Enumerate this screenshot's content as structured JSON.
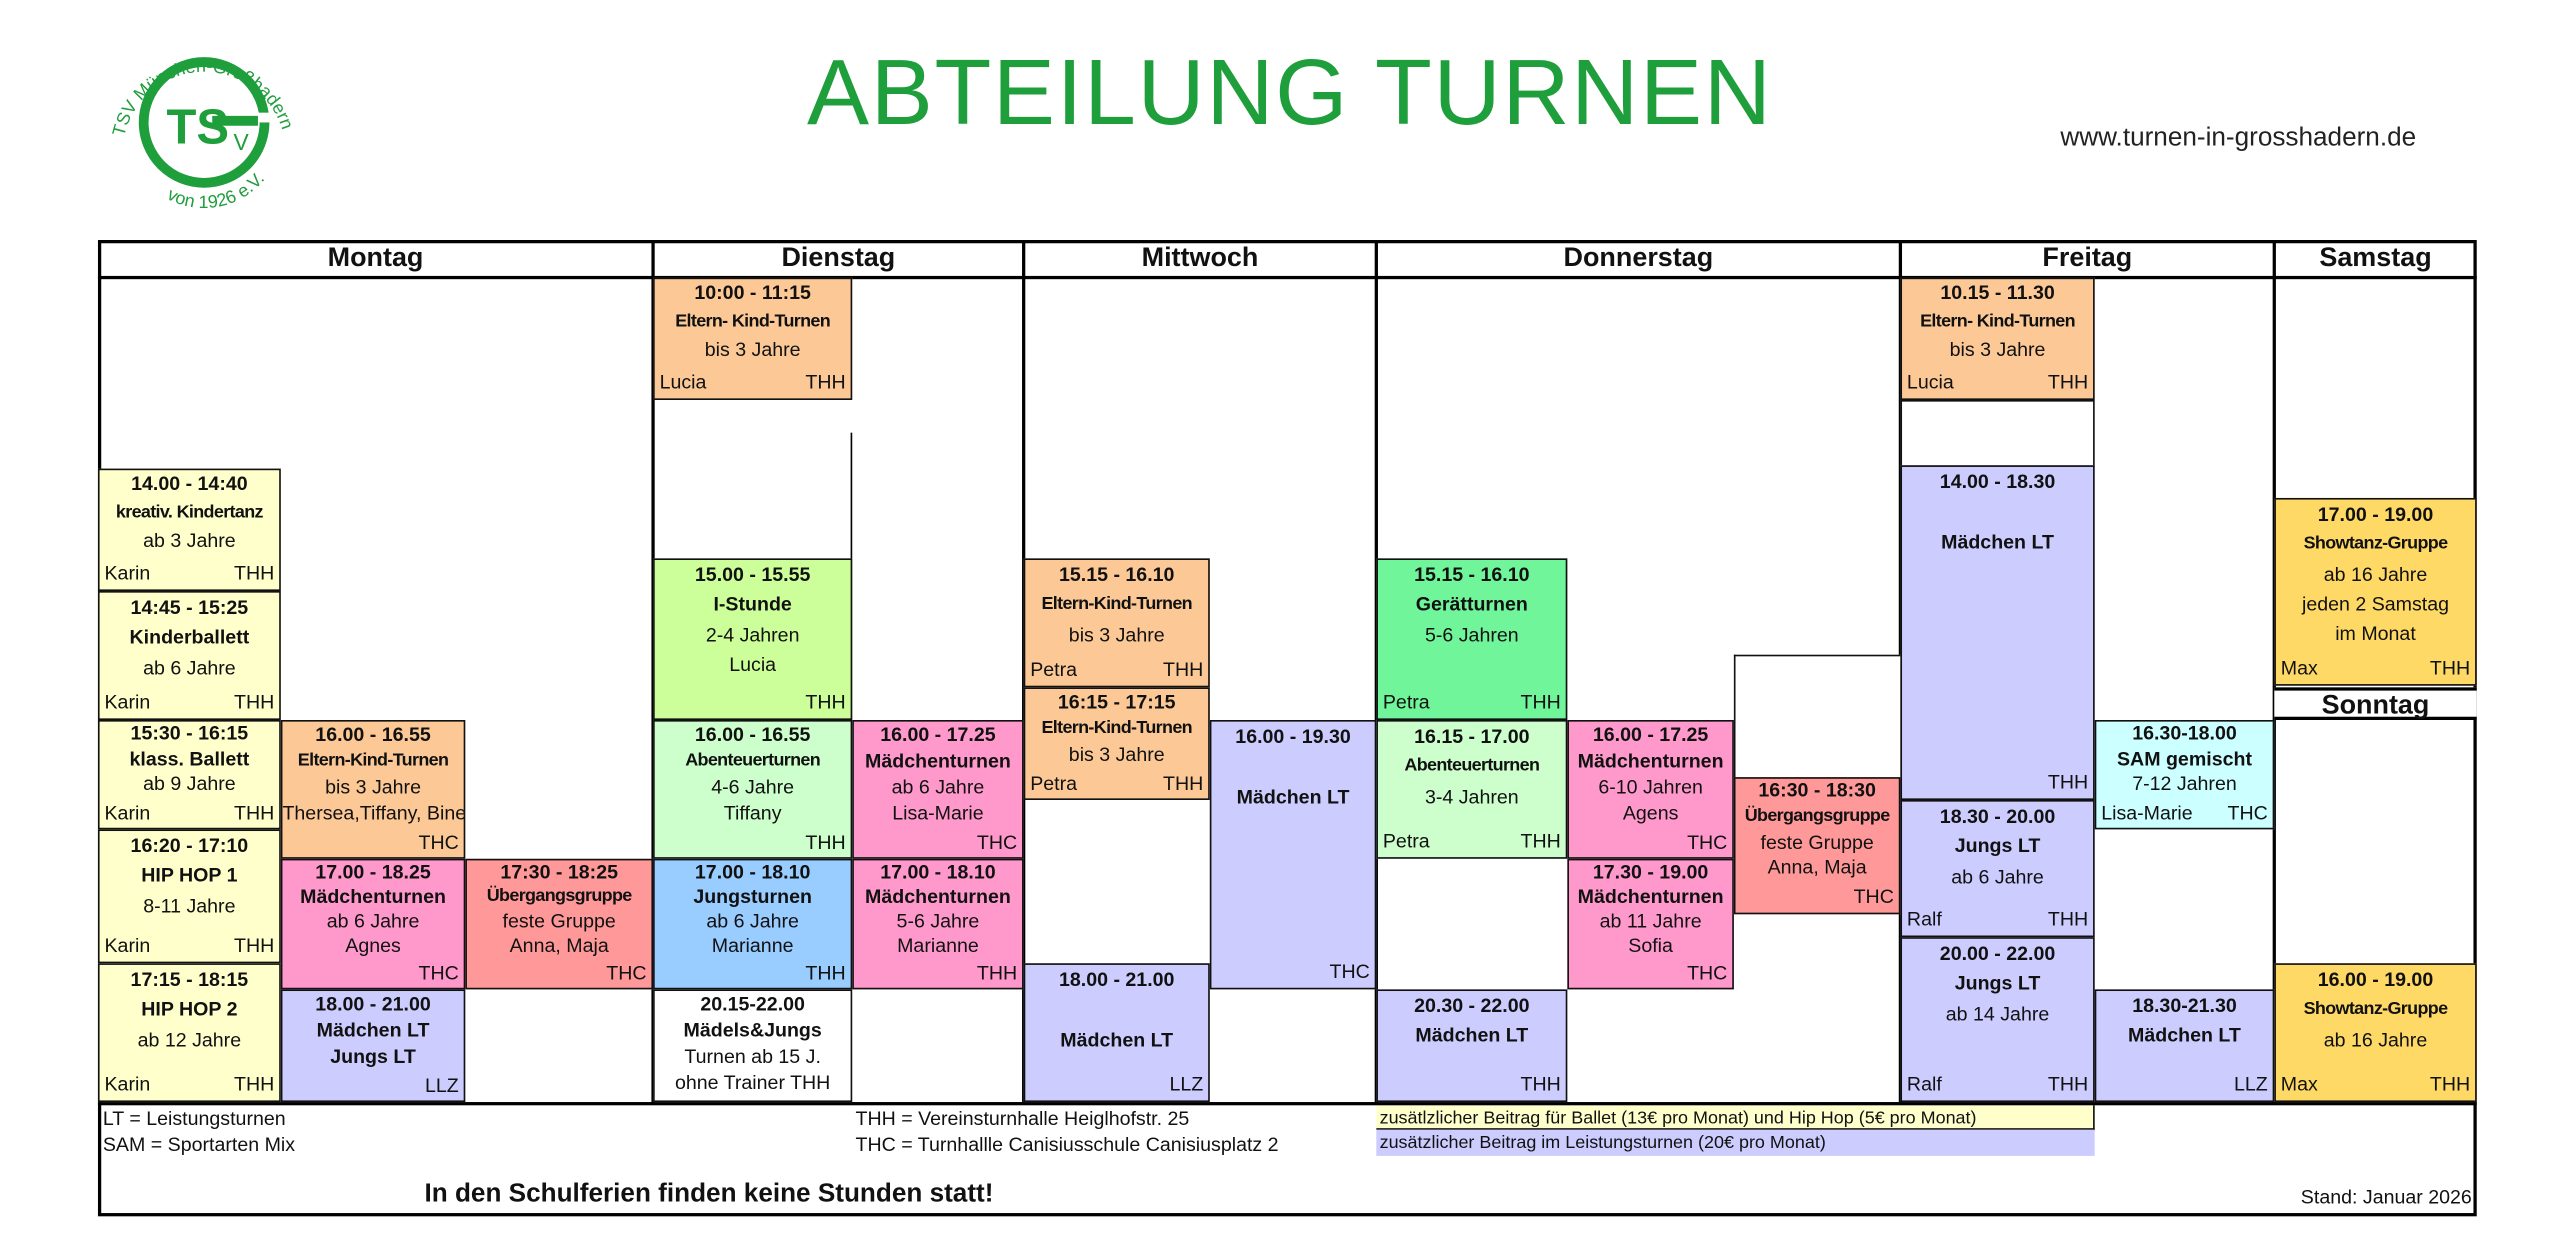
{
  "header": {
    "logo_text": "TSV München-Großhadern von 1926 e.V.",
    "logo_monogram": "TSV",
    "title": "ABTEILUNG TURNEN",
    "website": "www.turnen-in-grosshadern.de"
  },
  "colors": {
    "brand_green": "#1f9e3c",
    "yellow": "#ffffcc",
    "peach": "#fcc996",
    "pink": "#ff99cc",
    "salmon": "#ff9999",
    "lavender": "#ccccff",
    "lightgreen": "#ccff99",
    "mint": "#ccffcc",
    "blue": "#99ccff",
    "green": "#70f59a",
    "cyan": "#ccffff",
    "gold": "#ffd966",
    "white": "#ffffff"
  },
  "days": [
    {
      "name": "Montag",
      "sessions": [
        {
          "time": "14.00 - 14:40",
          "lines": [
            {
              "t": "kreativ. Kindertanz",
              "b": true
            },
            {
              "t": "ab 3 Jahre"
            }
          ],
          "trainer": "Karin",
          "place": "THH"
        },
        {
          "time": "14:45 - 15:25",
          "lines": [
            {
              "t": "Kinderballett",
              "b": true
            },
            {
              "t": "ab 6 Jahre"
            }
          ],
          "trainer": "Karin",
          "place": "THH"
        },
        {
          "time": "15:30 - 16:15",
          "lines": [
            {
              "t": "klass. Ballett",
              "b": true
            },
            {
              "t": "ab 9 Jahre"
            }
          ],
          "trainer": "Karin",
          "place": "THH"
        },
        {
          "time": "16:20 - 17:10",
          "lines": [
            {
              "t": "HIP HOP 1",
              "b": true
            },
            {
              "t": "8-11 Jahre"
            }
          ],
          "trainer": "Karin",
          "place": "THH"
        },
        {
          "time": "17:15 - 18:15",
          "lines": [
            {
              "t": "HIP HOP 2",
              "b": true
            },
            {
              "t": "ab 12 Jahre"
            }
          ],
          "trainer": "Karin",
          "place": "THH"
        },
        {
          "time": "16.00 - 16.55",
          "lines": [
            {
              "t": "Eltern-Kind-Turnen",
              "b": true
            },
            {
              "t": "bis 3 Jahre"
            },
            {
              "t": "Thersea,Tiffany, Bine"
            }
          ],
          "trainer": "",
          "place": "THC"
        },
        {
          "time": "17.00 - 18.25",
          "lines": [
            {
              "t": "Mädchenturnen",
              "b": true
            },
            {
              "t": "ab 6 Jahre"
            },
            {
              "t": "Agnes"
            }
          ],
          "trainer": "",
          "place": "THC"
        },
        {
          "time": "17:30 - 18:25",
          "lines": [
            {
              "t": "Übergangsgruppe",
              "b": true
            },
            {
              "t": "feste Gruppe"
            },
            {
              "t": "Anna, Maja"
            }
          ],
          "trainer": "",
          "place": "THC"
        },
        {
          "time": "18.00 - 21.00",
          "lines": [
            {
              "t": "Mädchen LT",
              "b": true
            },
            {
              "t": "Jungs LT",
              "b": true
            }
          ],
          "trainer": "",
          "place": "LLZ"
        }
      ]
    },
    {
      "name": "Dienstag",
      "sessions": [
        {
          "time": "10:00 - 11:15",
          "lines": [
            {
              "t": "Eltern- Kind-Turnen",
              "b": true
            },
            {
              "t": "bis 3 Jahre"
            }
          ],
          "trainer": "Lucia",
          "place": "THH"
        },
        {
          "time": "15.00 - 15.55",
          "lines": [
            {
              "t": "I-Stunde",
              "b": true
            },
            {
              "t": "2-4 Jahren"
            },
            {
              "t": "Lucia"
            }
          ],
          "trainer": "",
          "place": "THH"
        },
        {
          "time": "16.00 - 16.55",
          "lines": [
            {
              "t": "Abenteuerturnen",
              "b": true
            },
            {
              "t": "4-6 Jahre"
            },
            {
              "t": "Tiffany"
            }
          ],
          "trainer": "",
          "place": "THH"
        },
        {
          "time": "16.00 - 17.25",
          "lines": [
            {
              "t": "Mädchenturnen",
              "b": true
            },
            {
              "t": "ab 6 Jahre"
            },
            {
              "t": "Lisa-Marie"
            }
          ],
          "trainer": "",
          "place": "THC"
        },
        {
          "time": "17.00 - 18.10",
          "lines": [
            {
              "t": "Jungsturnen",
              "b": true
            },
            {
              "t": "ab 6 Jahre"
            },
            {
              "t": "Marianne"
            }
          ],
          "trainer": "",
          "place": "THH"
        },
        {
          "time": "17.00 - 18.10",
          "lines": [
            {
              "t": "Mädchenturnen",
              "b": true
            },
            {
              "t": "5-6 Jahre"
            },
            {
              "t": "Marianne"
            }
          ],
          "trainer": "",
          "place": "THH"
        },
        {
          "time": "20.15-22.00",
          "lines": [
            {
              "t": "Mädels&Jungs",
              "b": true
            },
            {
              "t": "Turnen ab 15 J."
            },
            {
              "t": "ohne Trainer THH"
            }
          ],
          "trainer": "",
          "place": ""
        }
      ]
    },
    {
      "name": "Mittwoch",
      "sessions": [
        {
          "time": "15.15 - 16.10",
          "lines": [
            {
              "t": "Eltern-Kind-Turnen",
              "b": true
            },
            {
              "t": "bis 3 Jahre"
            }
          ],
          "trainer": "Petra",
          "place": "THH"
        },
        {
          "time": "16:15 - 17:15",
          "lines": [
            {
              "t": "Eltern-Kind-Turnen",
              "b": true
            },
            {
              "t": "bis 3 Jahre"
            }
          ],
          "trainer": "Petra",
          "place": "THH"
        },
        {
          "time": "16.00 - 19.30",
          "lines": [
            {
              "t": "Mädchen LT",
              "b": true
            }
          ],
          "trainer": "",
          "place": "THC"
        },
        {
          "time": "18.00 - 21.00",
          "lines": [
            {
              "t": "Mädchen LT",
              "b": true
            }
          ],
          "trainer": "",
          "place": "LLZ"
        }
      ]
    },
    {
      "name": "Donnerstag",
      "sessions": [
        {
          "time": "15.15 - 16.10",
          "lines": [
            {
              "t": "Gerätturnen",
              "b": true
            },
            {
              "t": "5-6 Jahren"
            }
          ],
          "trainer": "Petra",
          "place": "THH"
        },
        {
          "time": "16.15 - 17.00",
          "lines": [
            {
              "t": "Abenteuerturnen",
              "b": true
            },
            {
              "t": "3-4 Jahren"
            }
          ],
          "trainer": "Petra",
          "place": "THH"
        },
        {
          "time": "16.00 - 17.25",
          "lines": [
            {
              "t": "Mädchenturnen",
              "b": true
            },
            {
              "t": "6-10 Jahren"
            },
            {
              "t": "Agens"
            }
          ],
          "trainer": "",
          "place": "THC"
        },
        {
          "time": "17.30 - 19.00",
          "lines": [
            {
              "t": "Mädchenturnen",
              "b": true
            },
            {
              "t": "ab 11 Jahre"
            },
            {
              "t": "Sofia"
            }
          ],
          "trainer": "",
          "place": "THC"
        },
        {
          "time": "16:30 - 18:30",
          "lines": [
            {
              "t": "Übergangsgruppe",
              "b": true
            },
            {
              "t": "feste Gruppe"
            },
            {
              "t": "Anna, Maja"
            }
          ],
          "trainer": "",
          "place": "THC"
        },
        {
          "time": "20.30 - 22.00",
          "lines": [
            {
              "t": "Mädchen LT",
              "b": true
            }
          ],
          "trainer": "",
          "place": "THH"
        }
      ]
    },
    {
      "name": "Freitag",
      "sessions": [
        {
          "time": "10.15 - 11.30",
          "lines": [
            {
              "t": "Eltern- Kind-Turnen",
              "b": true
            },
            {
              "t": "bis 3 Jahre"
            }
          ],
          "trainer": "Lucia",
          "place": "THH"
        },
        {
          "time": "14.00 - 18.30",
          "lines": [
            {
              "t": "Mädchen LT",
              "b": true
            }
          ],
          "trainer": "",
          "place": "THH"
        },
        {
          "time": "18.30 - 20.00",
          "lines": [
            {
              "t": "Jungs  LT",
              "b": true
            },
            {
              "t": "ab 6 Jahre"
            }
          ],
          "trainer": "Ralf",
          "place": "THH"
        },
        {
          "time": "20.00 - 22.00",
          "lines": [
            {
              "t": "Jungs  LT",
              "b": true
            },
            {
              "t": "ab 14 Jahre"
            }
          ],
          "trainer": "Ralf",
          "place": "THH"
        },
        {
          "time": "16.30-18.00",
          "lines": [
            {
              "t": "SAM gemischt",
              "b": true
            },
            {
              "t": "7-12 Jahren"
            }
          ],
          "trainer": "Lisa-Marie",
          "place": "THC"
        },
        {
          "time": "18.30-21.30",
          "lines": [
            {
              "t": "Mädchen LT",
              "b": true
            }
          ],
          "trainer": "",
          "place": "LLZ"
        }
      ]
    },
    {
      "name": "Samstag",
      "sessions": [
        {
          "time": "17.00 - 19.00",
          "lines": [
            {
              "t": "Showtanz-Gruppe",
              "b": true
            },
            {
              "t": "ab 16 Jahre"
            },
            {
              "t": "jeden 2 Samstag"
            },
            {
              "t": "im Monat"
            }
          ],
          "trainer": "Max",
          "place": "THH"
        }
      ]
    },
    {
      "name": "Sonntag",
      "sessions": [
        {
          "time": "16.00 - 19.00",
          "lines": [
            {
              "t": "Showtanz-Gruppe",
              "b": true
            },
            {
              "t": "ab 16 Jahre"
            }
          ],
          "trainer": "Max",
          "place": "THH"
        }
      ]
    }
  ],
  "legend": {
    "abbreviations": [
      "LT = Leistungsturnen",
      "SAM  = Sportarten Mix"
    ],
    "locations": [
      "THH = Vereinsturnhalle Heiglhofstr. 25",
      "THC = Turnhallle Canisiusschule Canisiusplatz 2"
    ],
    "fee_notes": [
      "zusätlzlicher Beitrag für Ballet (13€ pro Monat) und Hip Hop (5€ pro Monat)",
      "zusätzlicher Beitrag im Leistungsturnen (20€ pro Monat)"
    ],
    "holiday_notice": "In den Schulferien finden keine Stunden statt!",
    "status": "Stand: Januar 2026"
  }
}
